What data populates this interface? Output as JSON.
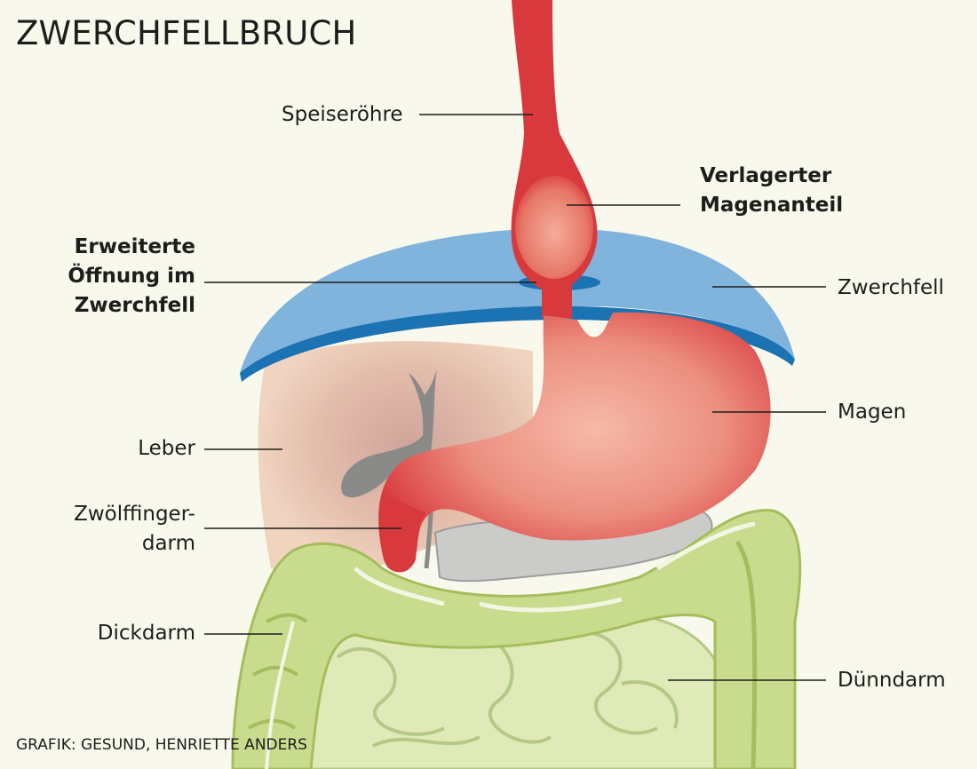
{
  "title": "ZWERCHFELLBRUCH",
  "labels": {
    "speiseroehre": "Speiseröhre",
    "verlagerter_1": "Verlagerter",
    "verlagerter_2": "Magenanteil",
    "erweiterte_1": "Erweiterte",
    "erweiterte_2": "Öffnung im",
    "erweiterte_3": "Zwerchfell",
    "zwerchfell": "Zwerchfell",
    "magen": "Magen",
    "leber": "Leber",
    "zwoelffinger_1": "Zwölffinger-",
    "zwoelffinger_2": "darm",
    "dickdarm": "Dickdarm",
    "duenndarm": "Dünndarm"
  },
  "credit": "GRAFIK: GESUND, HENRIETTE ANDERS",
  "colors": {
    "background": "#f8f9ec",
    "esophagus": "#d8393d",
    "stomach": "#d8393d",
    "diaphragm": "#80b4dc",
    "diaphragm_edge": "#1c73b4",
    "liver": "#f0d4c0",
    "colon": "#c9dc8e",
    "small_intestine": "#dfeab8",
    "gallbladder": "#8a8a88"
  }
}
